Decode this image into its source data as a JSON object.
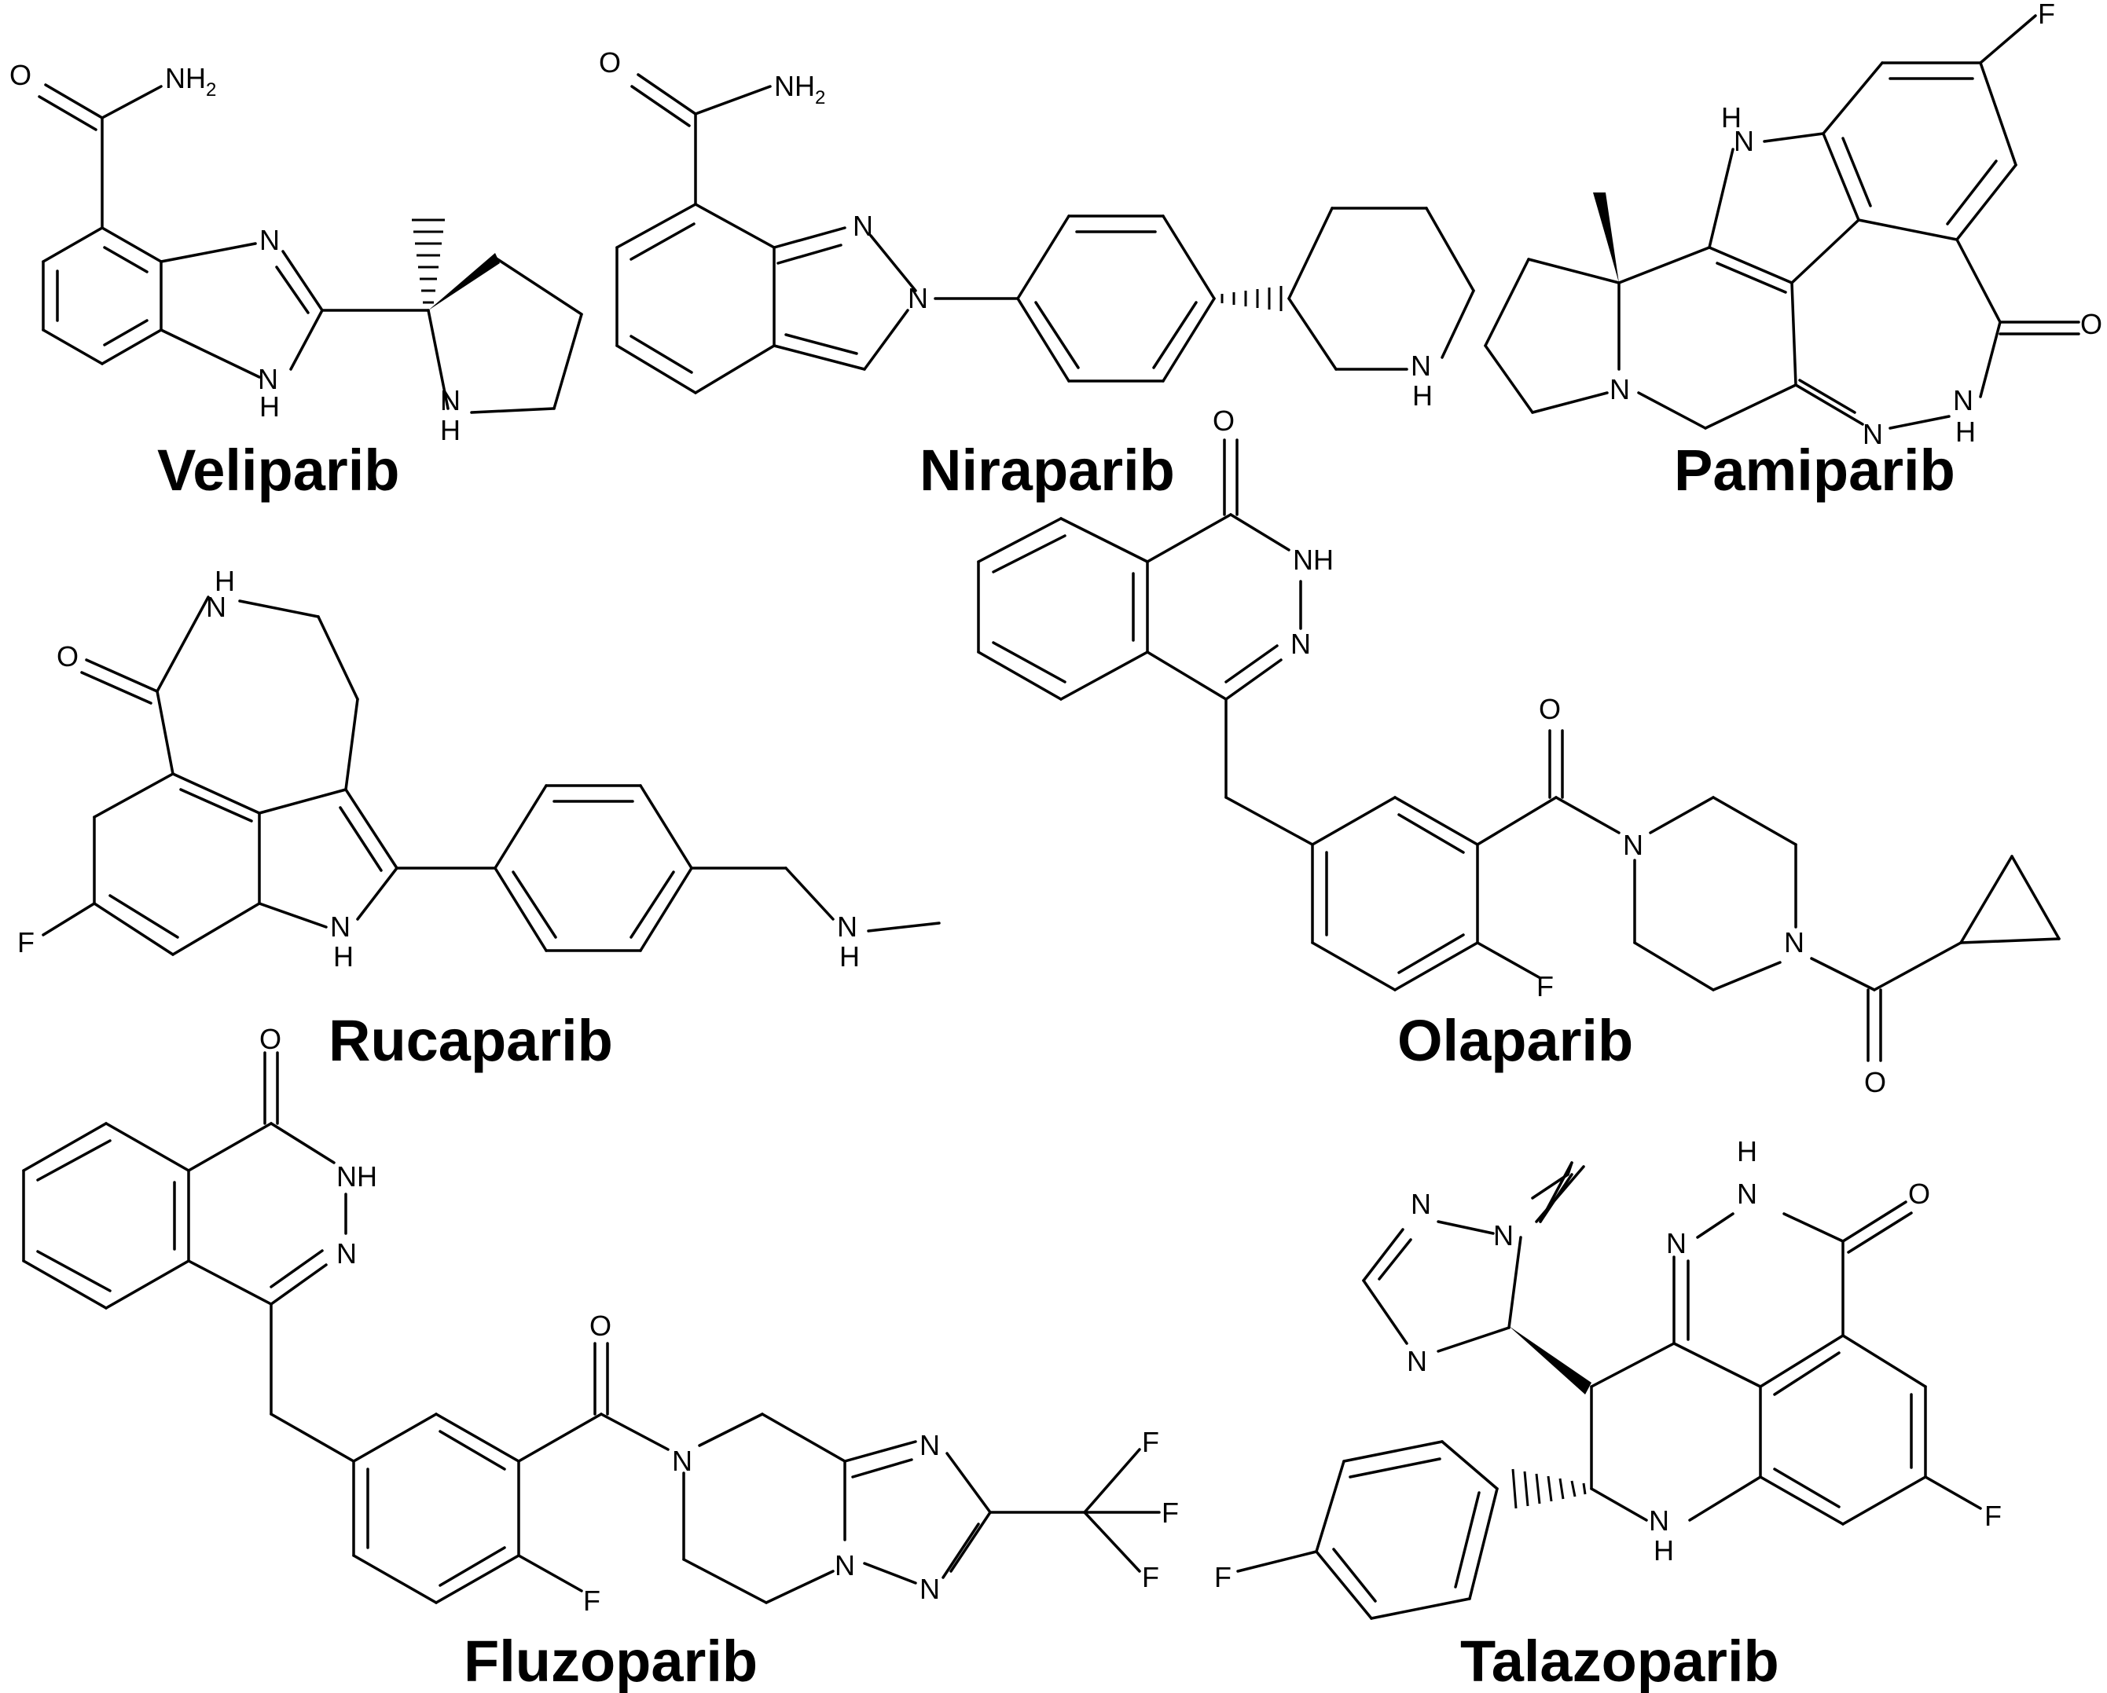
{
  "labels": {
    "veliparib": "Veliparib",
    "niraparib": "Niraparib",
    "pamiparib": "Pamiparib",
    "rucaparib": "Rucaparib",
    "olaparib": "Olaparib",
    "fluzoparib": "Fluzoparib",
    "talazoparib": "Talazoparib"
  },
  "atoms": {
    "O": "O",
    "N": "N",
    "NH": "NH",
    "H": "H",
    "F": "F",
    "NH2": "NH",
    "sub2": "2"
  }
}
